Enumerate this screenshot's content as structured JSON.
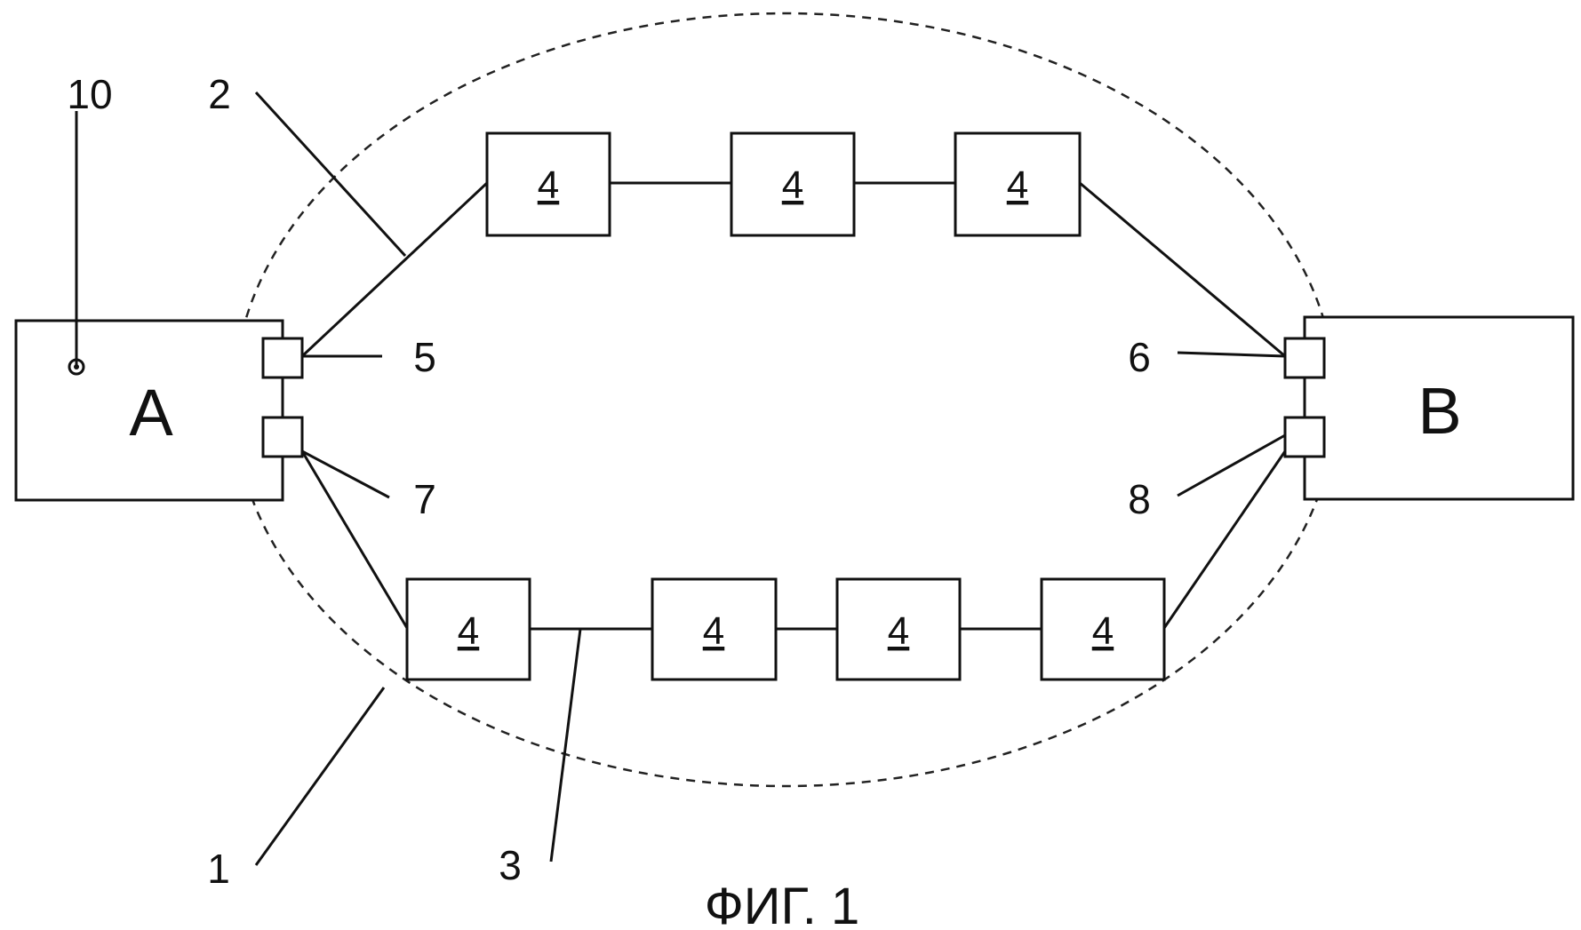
{
  "node_a": {
    "label": "A"
  },
  "node_b": {
    "label": "B"
  },
  "repeater_label": "4",
  "refs": {
    "r1": "1",
    "r2": "2",
    "r3": "3",
    "r5": "5",
    "r6": "6",
    "r7": "7",
    "r8": "8",
    "r10": "10"
  },
  "caption": "ФИГ. 1"
}
